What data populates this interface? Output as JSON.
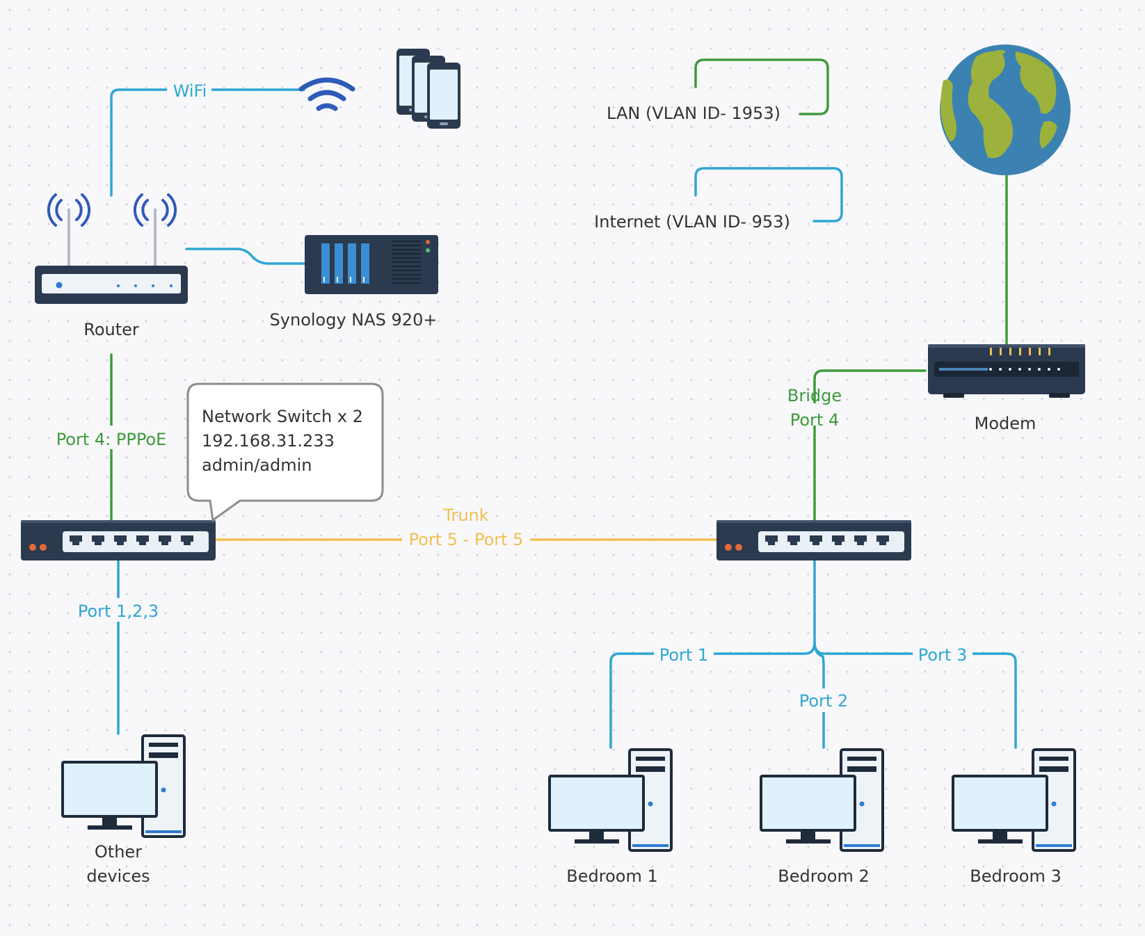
{
  "nodes": {
    "router": "Router",
    "nas": "Synology NAS 920+",
    "modem": "Modem",
    "other_devices": [
      "Other",
      "devices"
    ],
    "bedroom1": "Bedroom 1",
    "bedroom2": "Bedroom 2",
    "bedroom3": "Bedroom 3"
  },
  "callout": {
    "lines": [
      "Network Switch x 2",
      "192.168.31.233",
      "admin/admin"
    ]
  },
  "legend": {
    "lan": "LAN (VLAN ID- 1953)",
    "internet": "Internet (VLAN ID- 953)"
  },
  "links": {
    "wifi": "WiFi",
    "port4_pppoe": "Port 4: PPPoE",
    "trunk": [
      "Trunk",
      "Port 5 - Port 5"
    ],
    "bridge": [
      "Bridge",
      "Port 4"
    ],
    "port123": "Port 1,2,3",
    "port1": "Port 1",
    "port2": "Port 2",
    "port3": "Port 3"
  },
  "colors": {
    "internet_vlan": "#2ea6d2",
    "lan_vlan": "#3e9a3a",
    "trunk": "#f0c050",
    "device_body": "#2b3a4e",
    "globe_ocean": "#3b82b2",
    "globe_land": "#9db23c"
  }
}
